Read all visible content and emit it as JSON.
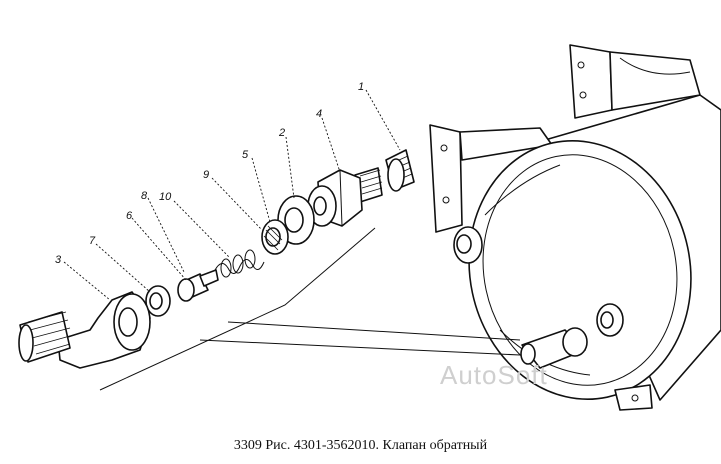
{
  "caption": "3309 Рис. 4301-3562010. Клапан обратный",
  "watermark": "AutoSoft",
  "parts": [
    {
      "id": "1",
      "label": "1"
    },
    {
      "id": "2",
      "label": "2"
    },
    {
      "id": "3",
      "label": "3"
    },
    {
      "id": "4",
      "label": "4"
    },
    {
      "id": "5",
      "label": "5"
    },
    {
      "id": "6",
      "label": "6"
    },
    {
      "id": "7",
      "label": "7"
    },
    {
      "id": "8",
      "label": "8"
    },
    {
      "id": "9",
      "label": "9"
    },
    {
      "id": "10",
      "label": "10"
    }
  ]
}
